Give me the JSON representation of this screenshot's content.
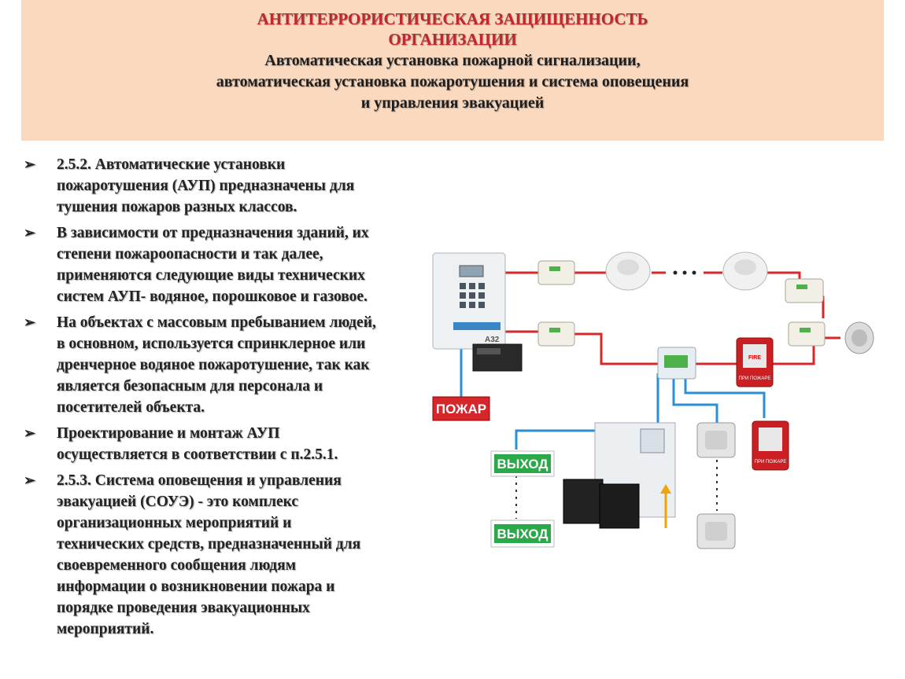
{
  "header": {
    "title_line1": "АНТИТЕРРОРИСТИЧЕСКАЯ ЗАЩИЩЕННОСТЬ",
    "title_line2": "ОРГАНИЗАЦИИ",
    "subtitle_line1": "Автоматическая установка пожарной сигнализации,",
    "subtitle_line2": "автоматическая установка пожаротушения и система оповещения",
    "subtitle_line3": "и управления эвакуацией",
    "bg_color": "#fad9bf",
    "title_color": "#c0282e"
  },
  "bullet_icon": "➢",
  "bullets": [
    {
      "lines": [
        "2.5.2. Автоматические установки",
        "пожаротушения (АУП) предназначены для",
        "тушения пожаров разных классов."
      ]
    },
    {
      "lines": [
        "В зависимости от предназначения зданий, их",
        "степени пожароопасности и так далее,",
        "применяются следующие виды технических",
        "систем АУП- водяное, порошковое и газовое."
      ]
    },
    {
      "lines": [
        "На объектах с массовым пребыванием людей,",
        "в основном, используется спринклерное или",
        "дренчерное водяное пожаротушение, так как",
        "является безопасным для персонала и",
        "посетителей объекта."
      ]
    },
    {
      "lines": [
        "Проектирование и монтаж АУП",
        "осуществляется в соответствии с п.2.5.1."
      ]
    },
    {
      "lines": [
        "2.5.3. Система оповещения и управления",
        "эвакуацией (СОУЭ) - это комплекс",
        "организационных мероприятий и",
        "технических средств, предназначенный для",
        "своевременного сообщения людям",
        "информации о возникновении пожара и",
        "порядке проведения эвакуационных",
        "мероприятий."
      ]
    }
  ],
  "diagram": {
    "panel_model": "А32",
    "fire_sign": "ПОЖАР",
    "exit_sign_1": "ВЫХОД",
    "exit_sign_2": "ВЫХОД",
    "call_point_label_1": "ПРИ ПОЖАРЕ",
    "call_point_label_2": "ПРИ ПОЖАРЕ",
    "fire_label": "FIRE",
    "wire_red": "#d62828",
    "wire_blue": "#2b8fd6",
    "sign_red": "#d7262b",
    "sign_green": "#2aa84a"
  }
}
